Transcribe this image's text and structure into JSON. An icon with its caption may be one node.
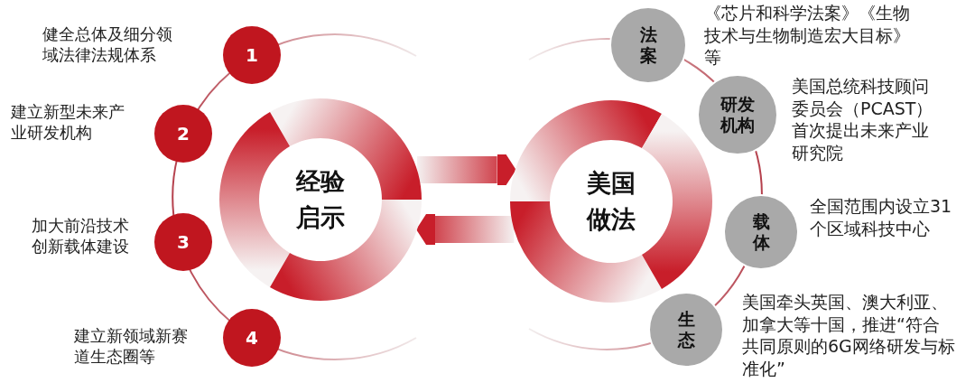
{
  "diagram": {
    "nodes": [
      {
        "text": [
          "经验启示"
        ]
      },
      {
        "text": [
          "美国做法"
        ]
      },
      {
        "text": [
          "1"
        ],
        "beside": [
          "健全总体及细分领域法律法规体系"
        ]
      },
      {
        "text": [
          "2"
        ],
        "beside": [
          "建立新型未来产业研发机构"
        ]
      },
      {
        "text": [
          "3"
        ],
        "beside": [
          "加大前沿技术创新载体建设"
        ]
      },
      {
        "text": [
          "4"
        ],
        "beside": [
          "建立新领域新赛道生态圈等"
        ]
      },
      {
        "text": [
          "法案"
        ],
        "beside": [
          "《芯片和科学法案》《生物技术与生物制造宏大目标》等"
        ]
      },
      {
        "text": [
          "研发机构"
        ],
        "beside": [
          "美国总统科技顾问委员会（PCAST）首次提出未来产业研究院"
        ]
      },
      {
        "text": [
          "载体"
        ],
        "beside": [
          "全国范围内设立31个区域科技中心"
        ]
      },
      {
        "text": [
          "生态"
        ],
        "beside": [
          "美国牵头英国、澳大利亚、加拿大等十国，推进“符合共同原则的6G网络研发与标准化”"
        ]
      }
    ],
    "edges": [
      {
        "from": 0,
        "to": 1,
        "arrow": "to",
        "style": "thick"
      },
      {
        "from": 1,
        "to": 0,
        "arrow": "to",
        "style": "thick"
      }
    ]
  }
}
